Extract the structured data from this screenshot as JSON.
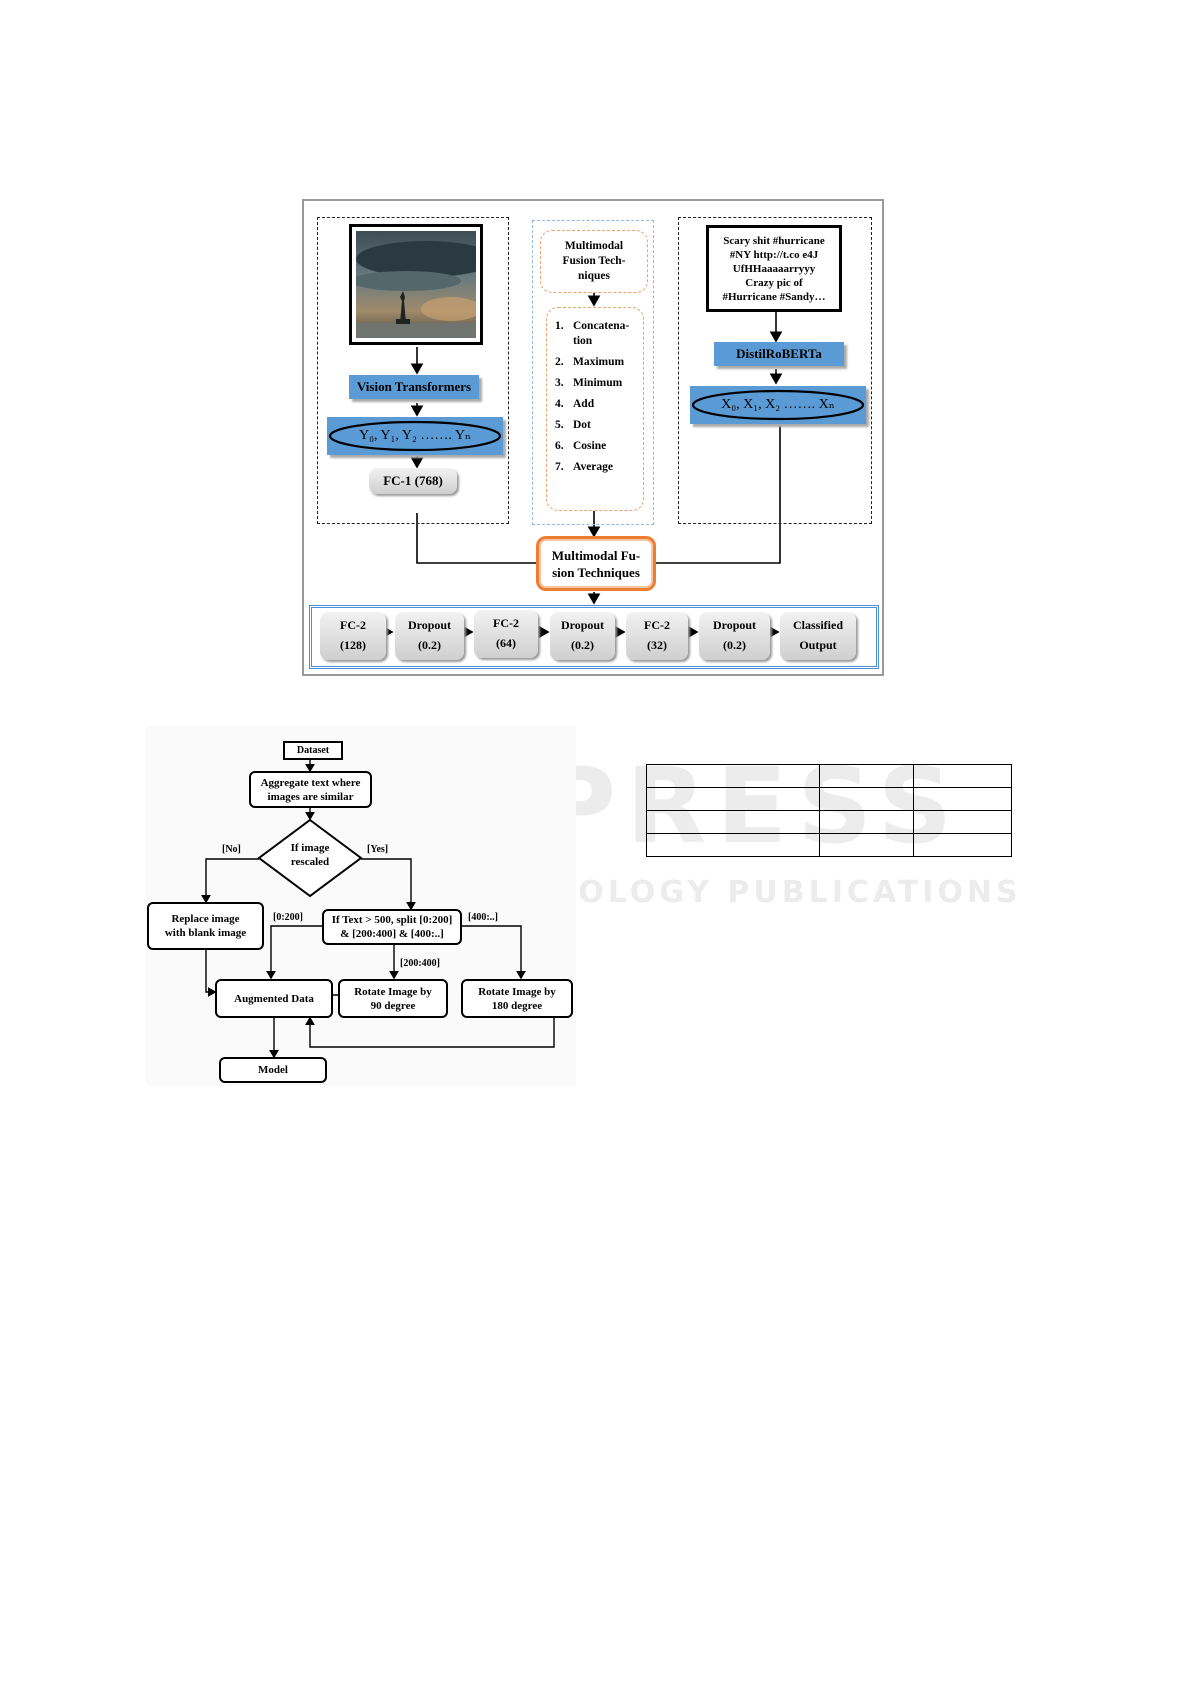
{
  "watermark": {
    "main": "SCITEPRESS",
    "sub": "SCIENCE AND TECHNOLOGY PUBLICATIONS"
  },
  "figure1": {
    "image_panel": {
      "image_description": "storm-over-statue-of-liberty-photo",
      "model_label": "Vision Transformers",
      "features_label": "Y₀, Y₁, Y₂ ……. Yₙ",
      "fc_label": "FC-1 (768)"
    },
    "center_panel": {
      "title": "Multimodal Fusion Techniques",
      "title_lines": [
        "Multimodal",
        "Fusion Tech-",
        "niques"
      ],
      "techniques": [
        {
          "num": "1.",
          "lines": [
            "Concatena-",
            "tion"
          ]
        },
        {
          "num": "2.",
          "lines": [
            "Maximum"
          ]
        },
        {
          "num": "3.",
          "lines": [
            "Minimum"
          ]
        },
        {
          "num": "4.",
          "lines": [
            "Add"
          ]
        },
        {
          "num": "5.",
          "lines": [
            "Dot"
          ]
        },
        {
          "num": "6.",
          "lines": [
            "Cosine"
          ]
        },
        {
          "num": "7.",
          "lines": [
            "Average"
          ]
        }
      ]
    },
    "text_panel": {
      "tweet_lines": [
        "Scary shit #hurricane",
        "#NY http://t.co e4J",
        "UfHHaaaaarryyy",
        "Crazy pic of",
        "#Hurricane #Sandy…"
      ],
      "model_label": "DistilRoBERTa",
      "features_label": "X₀, X₁, X₂ ……. Xₙ"
    },
    "fusion_node": {
      "lines": [
        "Multimodal Fu-",
        "sion Techniques"
      ]
    },
    "pipeline": [
      {
        "line1": "FC-2",
        "line2": "(128)"
      },
      {
        "line1": "Dropout",
        "line2": "(0.2)"
      },
      {
        "line1": "FC-2",
        "line2": "(64)"
      },
      {
        "line1": "Dropout",
        "line2": "(0.2)"
      },
      {
        "line1": "FC-2",
        "line2": "(32)"
      },
      {
        "line1": "Dropout",
        "line2": "(0.2)"
      },
      {
        "line1": "Classified",
        "line2": "Output"
      }
    ],
    "colors": {
      "blue": "#5b9bd5",
      "orange": "#ed7d31",
      "frame_blue": "#4a90d9"
    }
  },
  "figure2": {
    "dataset": "Dataset",
    "aggregate": [
      "Aggregate text where",
      "images are similar"
    ],
    "decision": [
      "If image",
      "rescaled"
    ],
    "no_label": "[No]",
    "yes_label": "[Yes]",
    "replace": [
      "Replace image",
      "with blank image"
    ],
    "split": [
      "If Text > 500, split [0:200]",
      "& [200:400] & [400:..]"
    ],
    "range_a": "[0:200]",
    "range_b": "[200:400]",
    "range_c": "[400:..]",
    "augmented": "Augmented Data",
    "rotate90": [
      "Rotate Image by",
      "90 degree"
    ],
    "rotate180": [
      "Rotate Image by",
      "180 degree"
    ],
    "model": "Model"
  }
}
